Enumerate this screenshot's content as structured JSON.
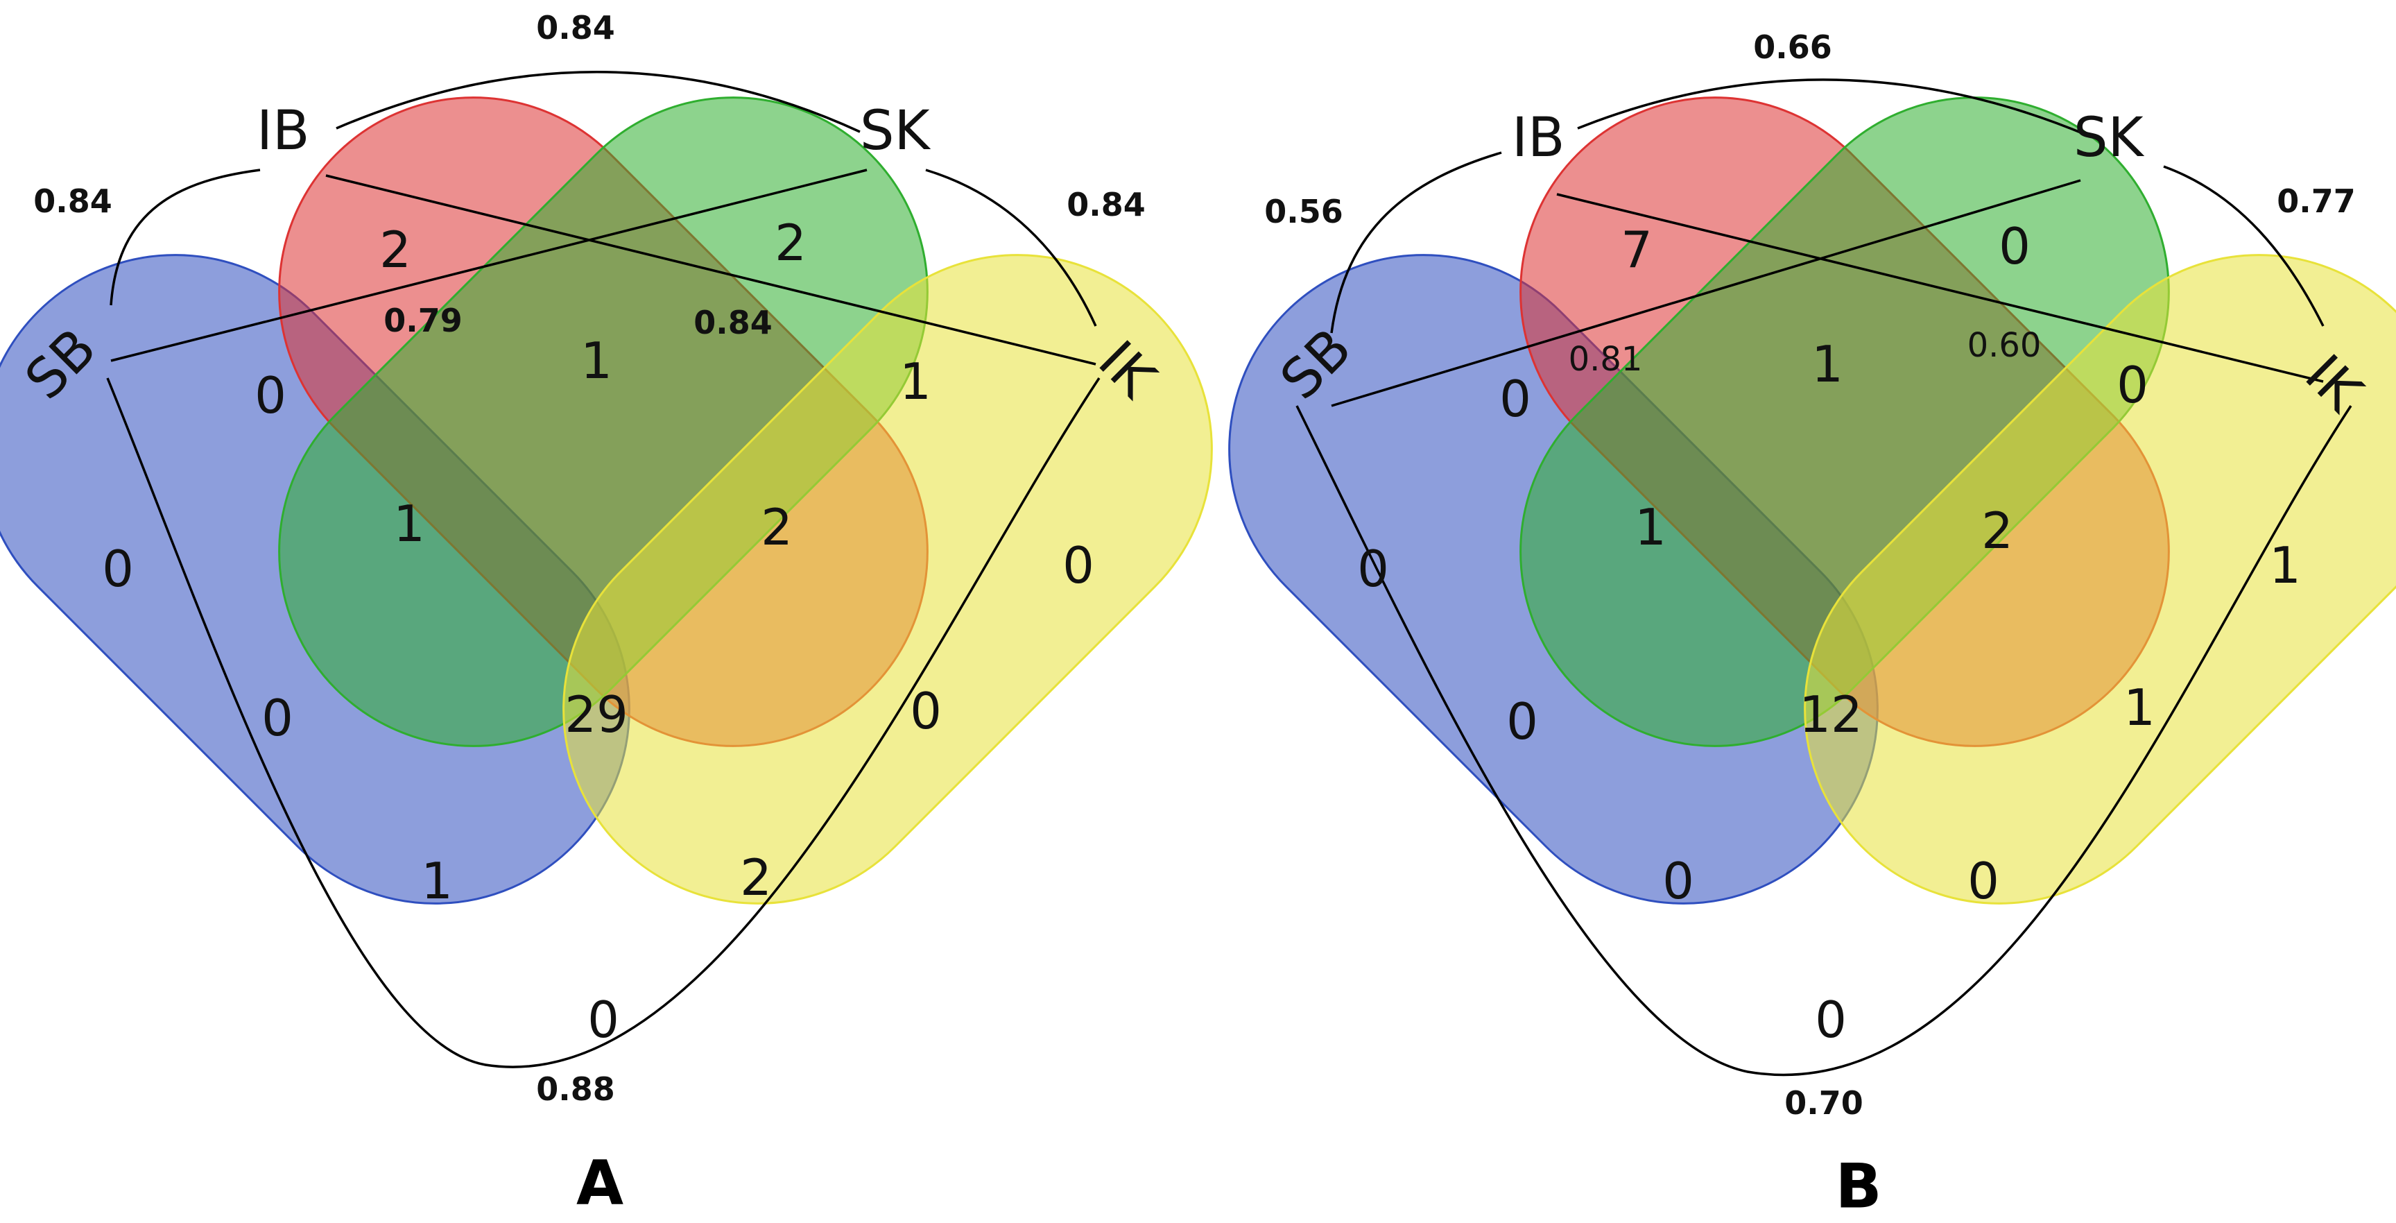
{
  "colors": {
    "SB": "#2f4fbf",
    "IB": "#dd3333",
    "SK": "#2fae2f",
    "IK": "#e8e23a"
  },
  "panels": [
    {
      "letter": "A",
      "sets": {
        "IB": "IB",
        "SK": "SK",
        "SB": "SB",
        "IK": "IK"
      },
      "regions": {
        "SB": "0",
        "IB": "2",
        "SK": "2",
        "IK": "0",
        "SB_IB": "0",
        "IB_SK": "1",
        "SK_IK": "1",
        "SB_IB_SK": "1",
        "IB_SK_IK": "2",
        "SB_SK": "0",
        "IB_IK": "0",
        "ALL": "29",
        "SB_SK_IK": "1",
        "SB_IB_IK": "2",
        "SB_IK": "0"
      },
      "scores": {
        "IB_SK": "0.84",
        "SB_IB": "0.84",
        "SK_IK": "0.84",
        "SB_SK": "0.79",
        "IB_IK": "0.84",
        "SB_IK": "0.88"
      }
    },
    {
      "letter": "B",
      "sets": {
        "IB": "IB",
        "SK": "SK",
        "SB": "SB",
        "IK": "IK"
      },
      "regions": {
        "SB": "0",
        "IB": "7",
        "SK": "0",
        "IK": "1",
        "SB_IB": "0",
        "IB_SK": "1",
        "SK_IK": "0",
        "SB_IB_SK": "1",
        "IB_SK_IK": "2",
        "SB_SK": "0",
        "IB_IK": "1",
        "ALL": "12",
        "SB_SK_IK": "0",
        "SB_IB_IK": "0",
        "SB_IK": "0"
      },
      "scores": {
        "IB_SK": "0.66",
        "SB_IB": "0.56",
        "SK_IK": "0.77",
        "SB_SK": "0.81",
        "IB_IK": "0.60",
        "SB_IK": "0.70"
      }
    }
  ]
}
